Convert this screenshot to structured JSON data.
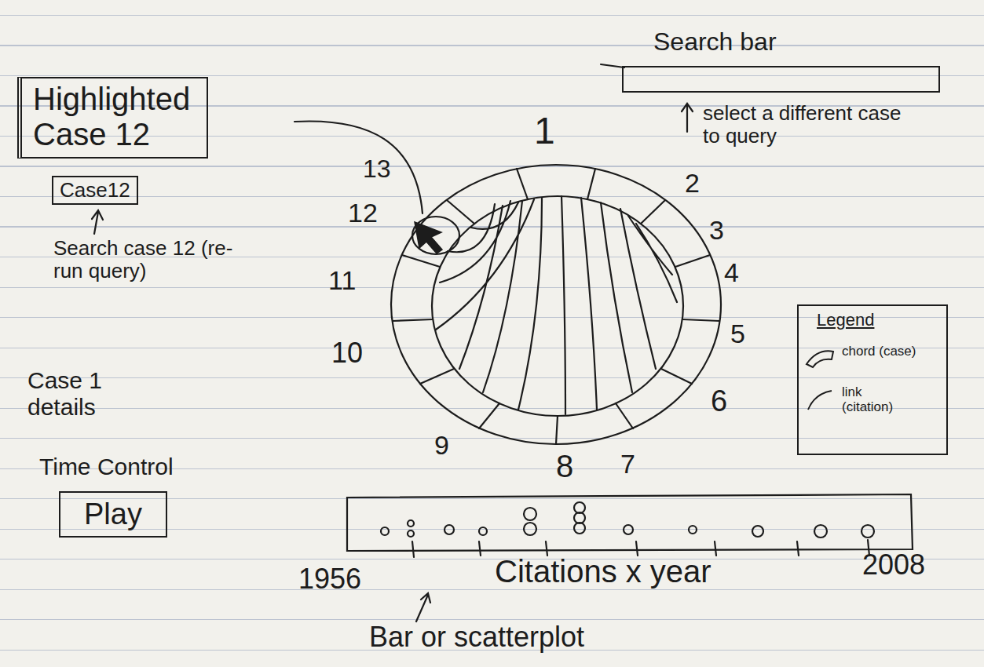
{
  "diagram": {
    "nodes": [
      {
        "text": [
          "Highlighted Case 12"
        ]
      },
      {
        "text": [
          "Case12"
        ]
      },
      {
        "text": [
          "Play"
        ]
      },
      {
        "text": [
          "Search bar"
        ]
      }
    ],
    "labels": [
      "Search case 12 (re-run query)",
      "select a different case to query",
      "1",
      "2",
      "3",
      "4",
      "5",
      "6",
      "7",
      "8",
      "9",
      "10",
      "11",
      "12",
      "13",
      "Legend",
      "Case 1 details",
      "Time Control",
      "1956",
      "Citations x year",
      "2008",
      "Bar or scatterplot"
    ],
    "legend": [
      {
        "text": "chord (case)"
      },
      {
        "text": "link (citation)"
      }
    ]
  }
}
